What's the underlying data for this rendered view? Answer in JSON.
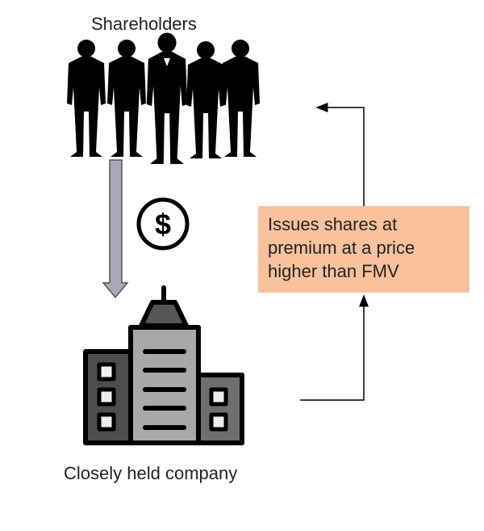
{
  "shareholders_label": "Shareholders",
  "company_label": "Closely held company",
  "note": "Issues shares at premium at a price higher than FMV",
  "icons": {
    "people": "shareholders-silhouette-icon",
    "money": "dollar-icon",
    "company": "office-building-icon"
  },
  "colors": {
    "note_bg": "#F9C29C",
    "money_arrow": "#A8A8B8"
  }
}
